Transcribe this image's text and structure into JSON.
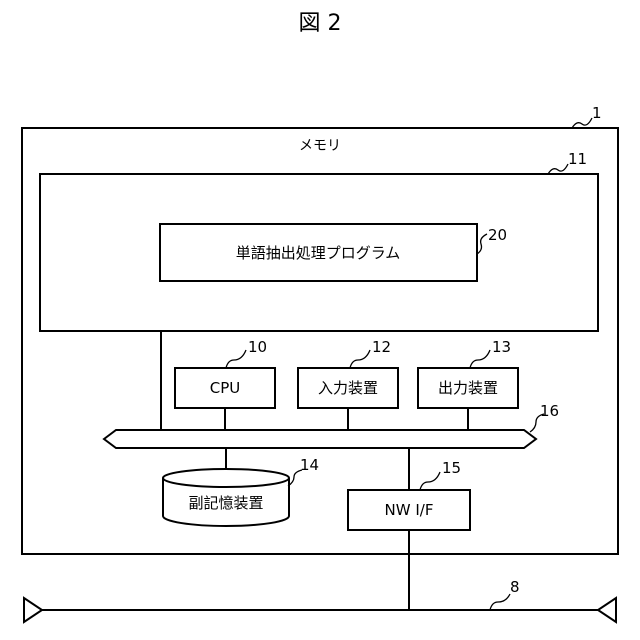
{
  "figure": {
    "title": "図 2"
  },
  "memory": {
    "label": "メモリ",
    "ref": "11"
  },
  "computer": {
    "ref": "1"
  },
  "program": {
    "label": "単語抽出処理プログラム",
    "ref": "20"
  },
  "cpu": {
    "label": "CPU",
    "ref": "10"
  },
  "input_device": {
    "label": "入力装置",
    "ref": "12"
  },
  "output_device": {
    "label": "出力装置",
    "ref": "13"
  },
  "bus": {
    "ref": "16"
  },
  "storage": {
    "label": "副記憶装置",
    "ref": "14"
  },
  "nw_if": {
    "label": "NW I/F",
    "ref": "15"
  },
  "network": {
    "ref": "8"
  }
}
